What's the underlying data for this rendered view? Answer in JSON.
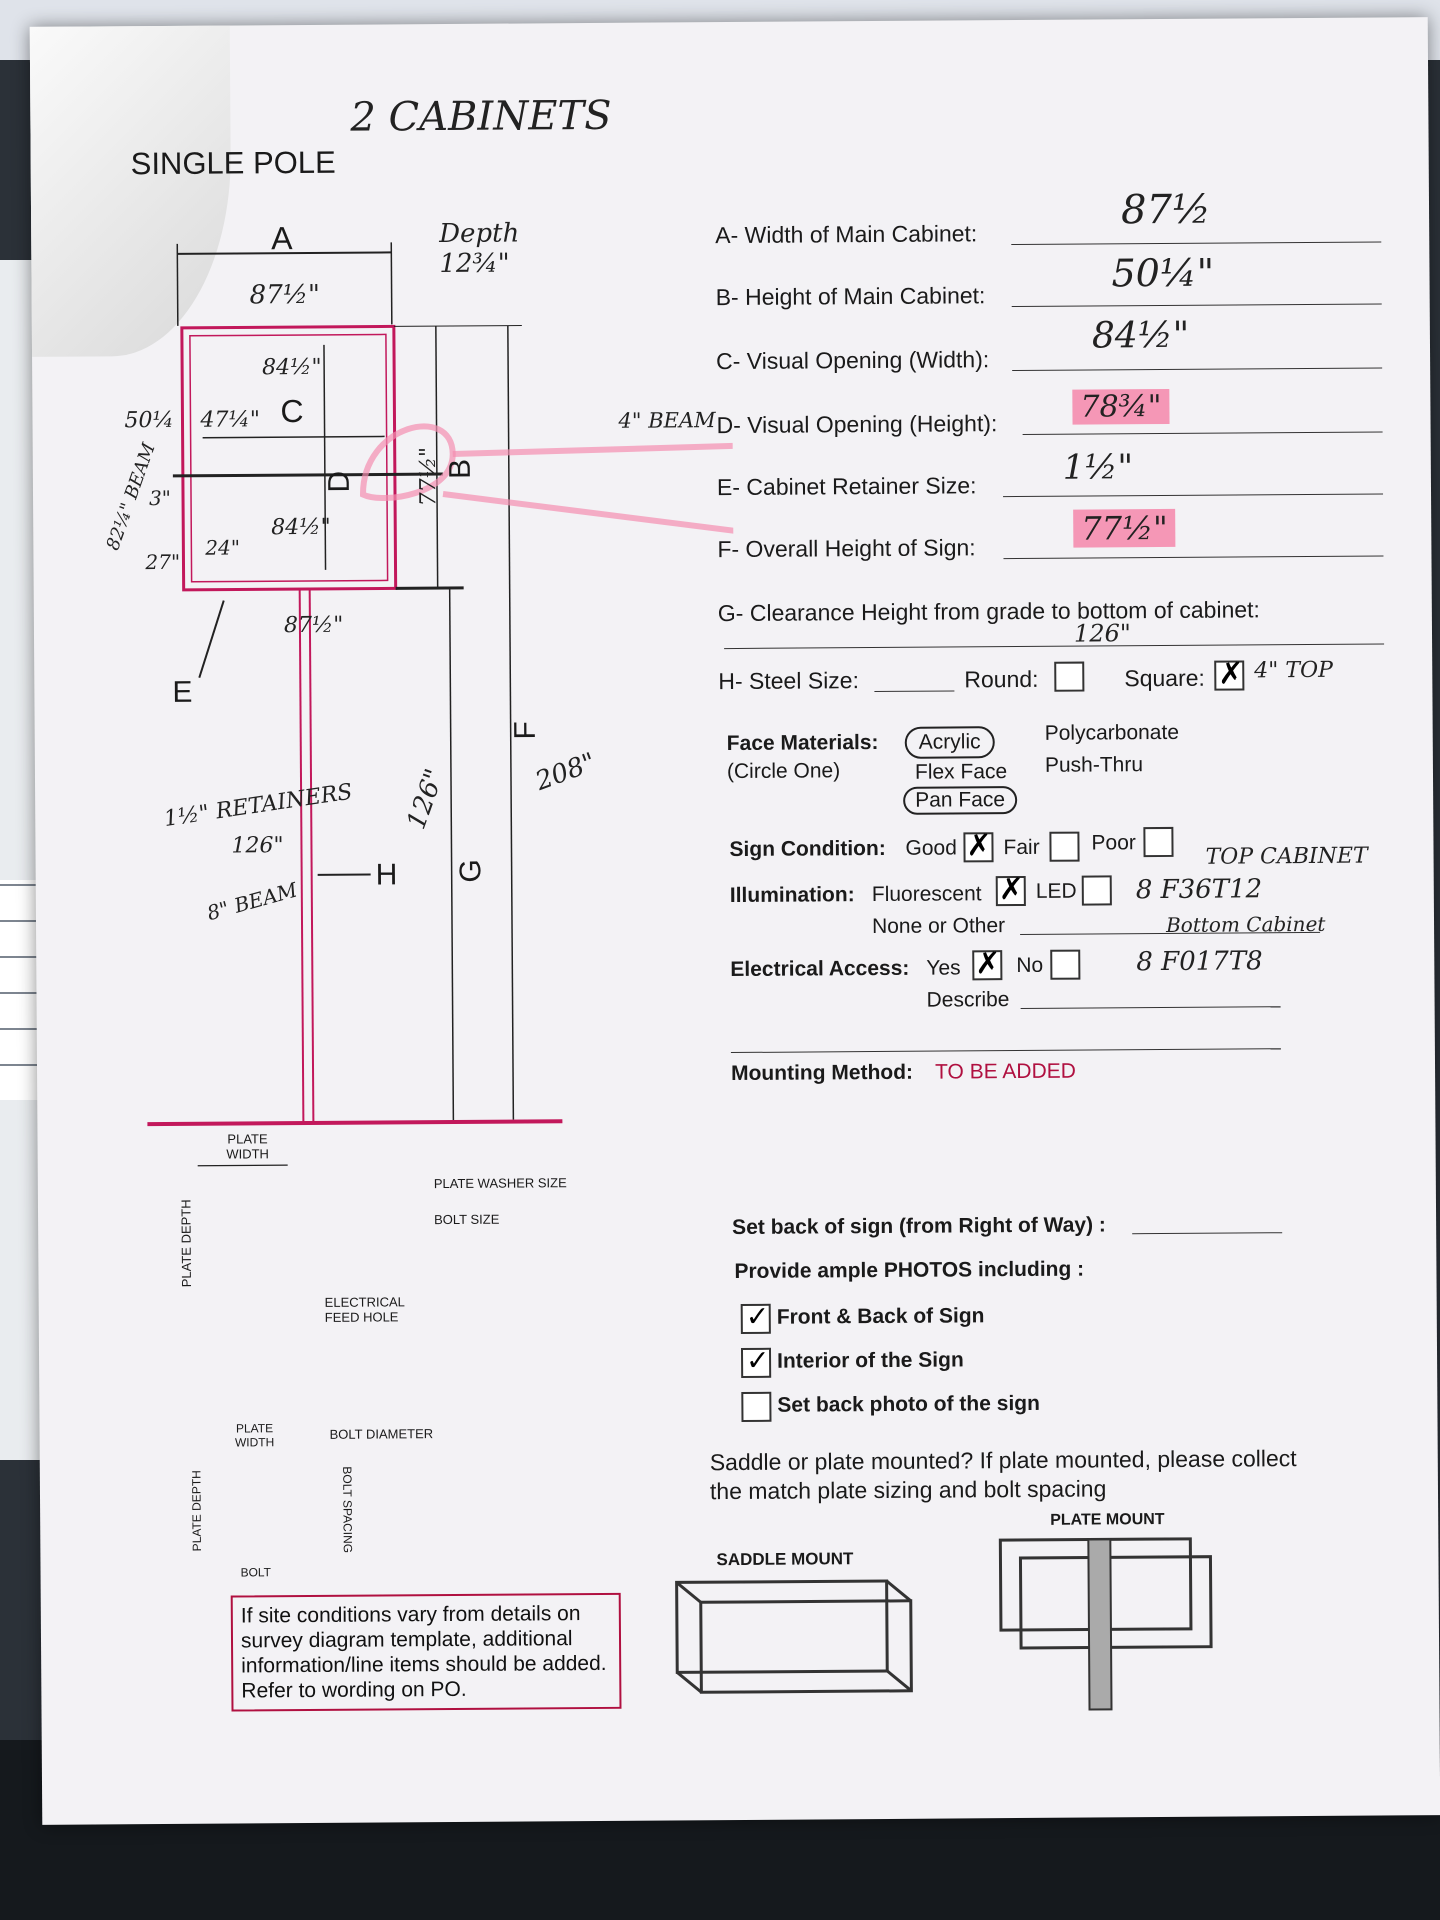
{
  "header": {
    "title": "SINGLE POLE",
    "handwritten": "2 CABINETS"
  },
  "diagram": {
    "labels": {
      "A": "A",
      "B": "B",
      "C": "C",
      "D": "D",
      "E": "E",
      "F": "F",
      "G": "G",
      "H": "H"
    },
    "hand": {
      "a_width": "87½\"",
      "depth": "Depth 12¾\"",
      "c_top": "84½\"",
      "c_left": "47¼\"",
      "left_height": "50¼",
      "beam_left": "82¼\" BEAM",
      "three": "3\"",
      "twenty_seven": "27\"",
      "twenty_four": "24\"",
      "c_bottom": "84½\"",
      "bottom_width": "87½\"",
      "b_value": "77½\"",
      "four_beam": "4\" BEAM",
      "f_value": "208\"",
      "g_value": "126\"",
      "retainers": "1½\" RETAINERS",
      "retainers_val": "126\"",
      "beam_bottom": "8\" BEAM"
    },
    "plate1": {
      "width": "PLATE WIDTH",
      "depth": "PLATE DEPTH",
      "hole": "ELECTRICAL FEED HOLE"
    },
    "bolt": {
      "washer": "PLATE WASHER SIZE",
      "size": "BOLT SIZE"
    },
    "plate2": {
      "width": "PLATE WIDTH",
      "depth": "PLATE DEPTH",
      "diameter": "BOLT DIAMETER",
      "spacing": "BOLT SPACING",
      "bolt": "BOLT"
    },
    "note": "If site conditions vary from details on survey diagram template, additional information/line items should be added. Refer to wording on PO."
  },
  "fields": {
    "a": {
      "label": "A- Width of Main Cabinet:",
      "value": "87½"
    },
    "b": {
      "label": "B- Height of Main Cabinet:",
      "value": "50¼\""
    },
    "c": {
      "label": "C- Visual Opening (Width):",
      "value": "84½\""
    },
    "d": {
      "label": "D- Visual Opening (Height):",
      "value": "78¾\""
    },
    "e": {
      "label": "E- Cabinet Retainer Size:",
      "value": "1½\""
    },
    "f": {
      "label": "F- Overall Height of Sign:",
      "value": "77½\""
    },
    "g": {
      "label": "G- Clearance Height from grade to bottom of cabinet:",
      "value": "126\""
    },
    "h": {
      "label": "H- Steel Size:",
      "round": "Round:",
      "square": "Square:",
      "value": "4\" TOP"
    }
  },
  "face_materials": {
    "label": "Face Materials:",
    "sub": "(Circle One)",
    "options": [
      "Acrylic",
      "Flex Face",
      "Pan Face",
      "Polycarbonate",
      "Push-Thru"
    ]
  },
  "sign_condition": {
    "label": "Sign Condition:",
    "good": "Good",
    "fair": "Fair",
    "poor": "Poor"
  },
  "illumination": {
    "label": "Illumination:",
    "fluorescent": "Fluorescent",
    "led": "LED",
    "other": "None or Other",
    "note1": "TOP CABINET",
    "note2": "8 F36T12",
    "note3": "Bottom Cabinet"
  },
  "electrical": {
    "label": "Electrical Access:",
    "yes": "Yes",
    "no": "No",
    "describe": "Describe",
    "note": "8 F017T8"
  },
  "mounting": {
    "label": "Mounting Method:",
    "value": "TO BE ADDED"
  },
  "setback": {
    "label": "Set back of sign (from Right of Way) :"
  },
  "photos": {
    "title": "Provide ample PHOTOS including :",
    "items": [
      "Front & Back of Sign",
      "Interior of the Sign",
      "Set back photo of the sign"
    ]
  },
  "saddle": {
    "question": "Saddle or plate mounted? If plate mounted, please collect the match plate sizing and bolt spacing",
    "saddle_label": "SADDLE MOUNT",
    "plate_label": "PLATE MOUNT"
  }
}
